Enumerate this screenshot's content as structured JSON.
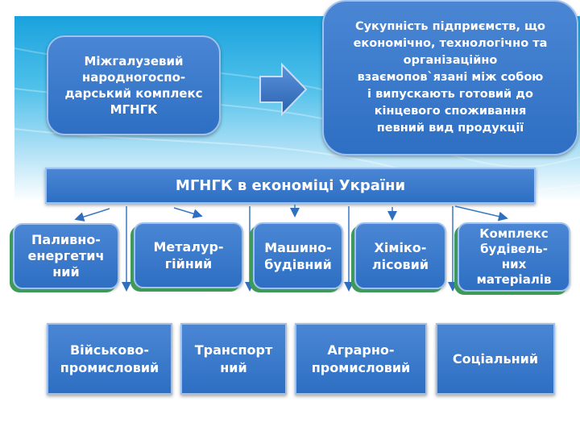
{
  "top_left_box": {
    "text": "Міжгалузевий\nнародногоспо-\nдарський комплекс\nМГНГК"
  },
  "top_right_box": {
    "text": "Сукупність підприємств, що\nекономічно, технологічно та\nорганізаційно\nвзаємопов`язані між собою\nі випускають готовий  до\nкінцевого споживання\nпевний вид продукції"
  },
  "banner": {
    "title": "МГНГК в економіці України"
  },
  "row1": [
    {
      "label": "Паливно-\nенергетич\nний"
    },
    {
      "label": "Металур-\nгійний"
    },
    {
      "label": "Машино-\nбудівний"
    },
    {
      "label": "Хіміко-\nлісовий"
    },
    {
      "label": "Комплекс\nбудівель-\nних\nматеріалів"
    }
  ],
  "row2": [
    {
      "label": "Військово-\nпромисловий"
    },
    {
      "label": "Транспорт\nний"
    },
    {
      "label": "Аграрно-\nпромисловий"
    },
    {
      "label": "Соціальний"
    }
  ],
  "colors": {
    "box_fill": "#2e6fc3",
    "box_border": "#9fc1ee",
    "green_edge": "#3f9a5a",
    "background_top": "#1aa2dd",
    "arrow_fill": "#2f6fbf"
  }
}
